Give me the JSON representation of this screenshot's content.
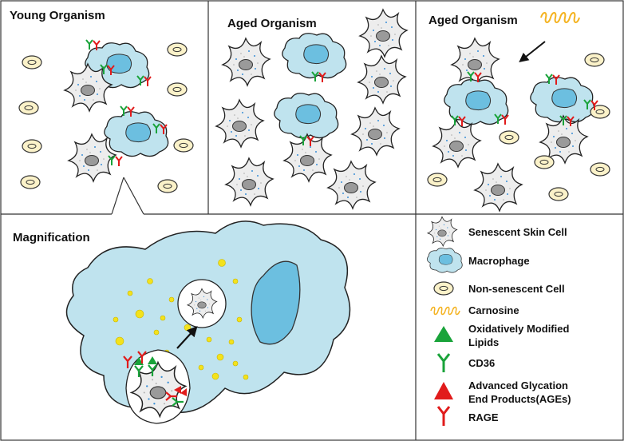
{
  "panels": {
    "young": "Young Organism",
    "aged": "Aged Organism",
    "aged_carnosine": "Aged Organism",
    "magnification": "Magnification"
  },
  "legend": {
    "senescent": "Senescent Skin Cell",
    "macrophage": "Macrophage",
    "non_senescent": "Non-senescent Cell",
    "carnosine": "Carnosine",
    "oxidized_lipids_1": "Oxidatively Modified",
    "oxidized_lipids_2": "Lipids",
    "cd36": "CD36",
    "ages_1": "Advanced Glycation",
    "ages_2": "End Products(AGEs)",
    "rage": "RAGE"
  },
  "colors": {
    "macrophage_fill": "#bfe3ee",
    "macrophage_nucleus": "#6cbfe0",
    "senescent_fill": "#ededed",
    "senescent_nucleus": "#9a9a9a",
    "non_senescent_fill": "#fbf2c9",
    "carnosine": "#f4b321",
    "lipid_green": "#19a33a",
    "age_red": "#e11b1b",
    "granule": "#f3e21c"
  }
}
